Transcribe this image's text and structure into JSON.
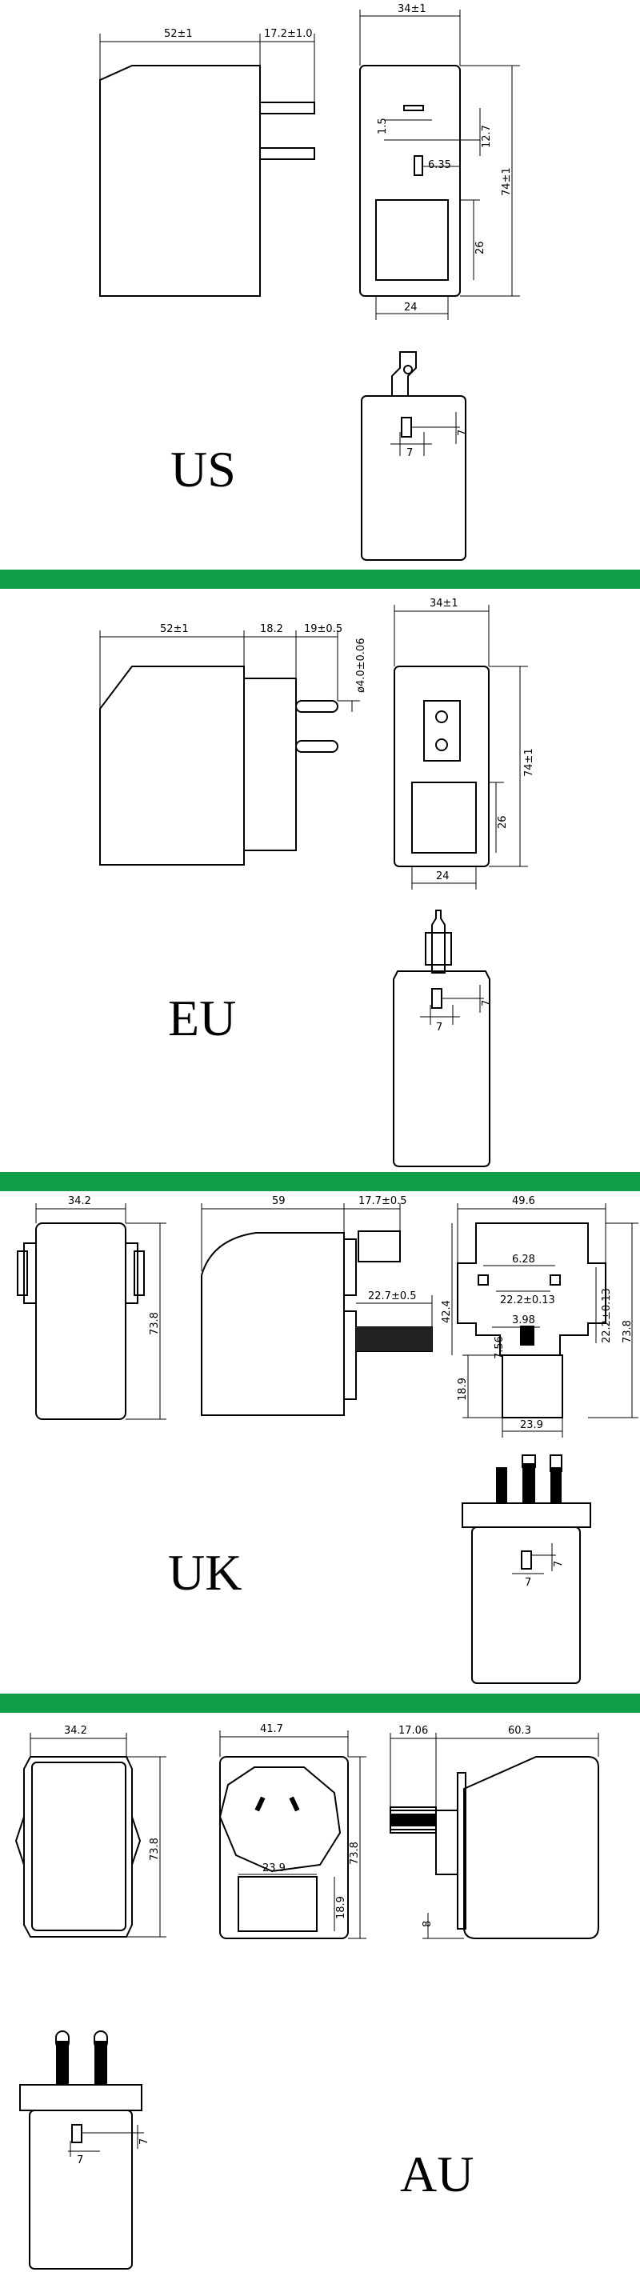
{
  "band_color": "#0e9e4a",
  "us": {
    "label": "US",
    "dims": {
      "body_depth": "52±1",
      "pin_len": "17.2±1.0",
      "width": "34±1",
      "d1": "1.5",
      "d2": "12.7",
      "d3": "6.35",
      "height": "74±1",
      "win_h": "26",
      "win_w": "24",
      "pin_off": "7",
      "pin_off_b": "7"
    }
  },
  "eu": {
    "label": "EU",
    "dims": {
      "body_depth": "52±1",
      "step": "18.2",
      "pin_len": "19±0.5",
      "pin_dia": "ø4.0±0.06",
      "width": "34±1",
      "height": "74±1",
      "win_h": "26",
      "win_w": "24",
      "pin_off": "7",
      "pin_off_b": "7"
    }
  },
  "uk": {
    "label": "UK",
    "dims": {
      "s_width": "34.2",
      "s_height": "73.8",
      "depth": "59",
      "pin_len": "17.7±0.5",
      "pin_len2": "22.7±0.5",
      "width": "49.6",
      "p1": "6.28",
      "p2": "22.2±0.13",
      "p3": "22.2±0.13",
      "p4": "42.4",
      "p5": "3.98",
      "p6": "7.56",
      "height": "73.8",
      "win_h": "18.9",
      "win_w": "23.9",
      "pin_off": "7",
      "pin_off_b": "7"
    }
  },
  "au": {
    "label": "AU",
    "dims": {
      "s_width": "34.2",
      "s_height": "73.8",
      "f_width": "41.7",
      "f_height": "73.8",
      "win_w": "23.9",
      "win_h": "18.9",
      "pin_len": "17.06",
      "depth": "60.3",
      "pin_off": "8",
      "b_off": "7",
      "b_off2": "7"
    }
  }
}
